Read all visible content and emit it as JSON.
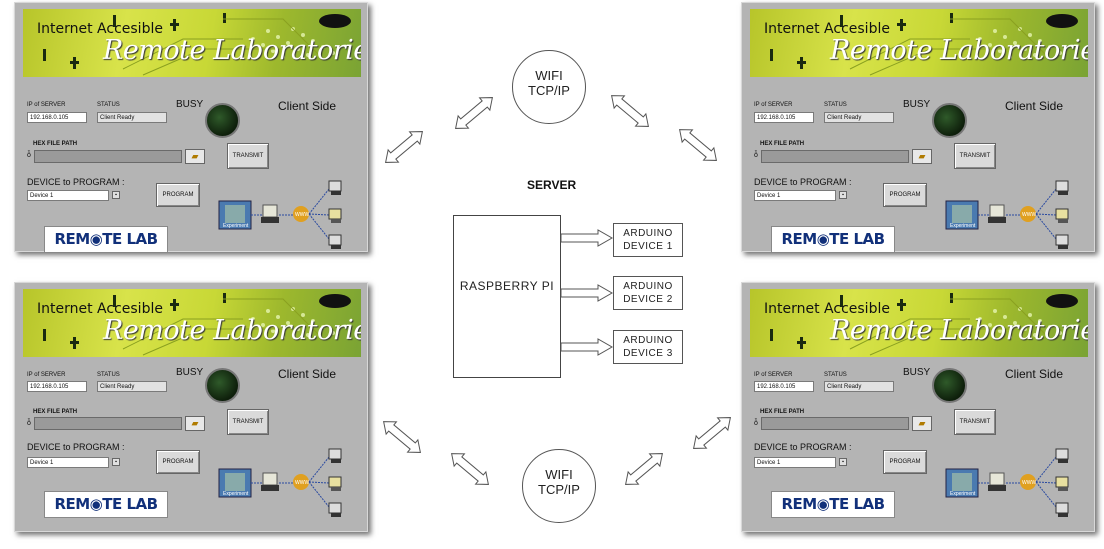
{
  "panel": {
    "banner_line1": "Internet Accesible",
    "banner_line2": "Remote Laboratories",
    "ip_label": "IP of SERVER",
    "ip_value": "192.168.0.105",
    "status_label": "STATUS",
    "status_value": "Client Ready",
    "busy_label": "BUSY",
    "side_label": "Client Side",
    "hex_label": "HEX FILE PATH",
    "hex_prefix": "ỗ",
    "transmit_label": "TRANSMIT",
    "device_label": "DEVICE to PROGRAM :",
    "device_value": "Device 1",
    "program_label": "PROGRAM",
    "logo_text": "REM◉TE LAB",
    "experiment_label": "Experiment"
  },
  "wifi_top": {
    "line1": "WIFI",
    "line2": "TCP/IP"
  },
  "wifi_bottom": {
    "line1": "WIFI",
    "line2": "TCP/IP"
  },
  "server_label": "SERVER",
  "rpi_label": "RASPBERRY PI",
  "arduinos": [
    {
      "line1": "ARDUINO",
      "line2": "DEVICE 1"
    },
    {
      "line1": "ARDUINO",
      "line2": "DEVICE 2"
    },
    {
      "line1": "ARDUINO",
      "line2": "DEVICE 3"
    }
  ],
  "colors": {
    "panel_bg": "#b4b4b4",
    "banner_green": "#c8d836",
    "led": "#1e3a1a",
    "logo_blue": "#11307a"
  }
}
